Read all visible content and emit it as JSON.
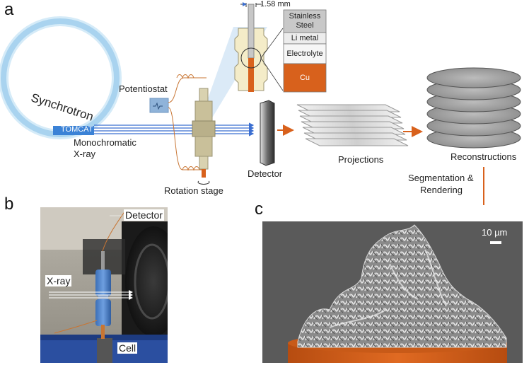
{
  "panels": {
    "a": "a",
    "b": "b",
    "c": "c"
  },
  "panel_a": {
    "synchrotron": "Synchrotron",
    "tomcat": "TOMCAT",
    "xray_line1": "Monochromatic",
    "xray_line2": "X-ray",
    "potentiostat": "Potentiostat",
    "rotation_stage": "Rotation stage",
    "detector": "Detector",
    "projections": "Projections",
    "reconstructions": "Reconstructions",
    "segmentation_line1": "Segmentation &",
    "segmentation_line2": "Rendering",
    "dimension": "1.58 mm",
    "layers": [
      {
        "label_lines": [
          "Stainless",
          "Steel"
        ],
        "color": "#c8c8c8",
        "text_color": "#222222"
      },
      {
        "label_lines": [
          "Li metal"
        ],
        "color": "#ececec",
        "text_color": "#222222"
      },
      {
        "label_lines": [
          "Electrolyte"
        ],
        "color": "#f6f6f6",
        "text_color": "#222222"
      },
      {
        "label_lines": [
          "Cu"
        ],
        "color": "#d8611c",
        "text_color": "#ffffff"
      }
    ]
  },
  "panel_b": {
    "detector": "Detector",
    "xray": "X-ray",
    "cell": "Cell"
  },
  "panel_c": {
    "scale_bar": "10 µm"
  },
  "colors": {
    "arrow": "#d8611c",
    "beam": "#3b6fd1",
    "ring": "#a9d3ef",
    "copper": "#d8611c"
  }
}
